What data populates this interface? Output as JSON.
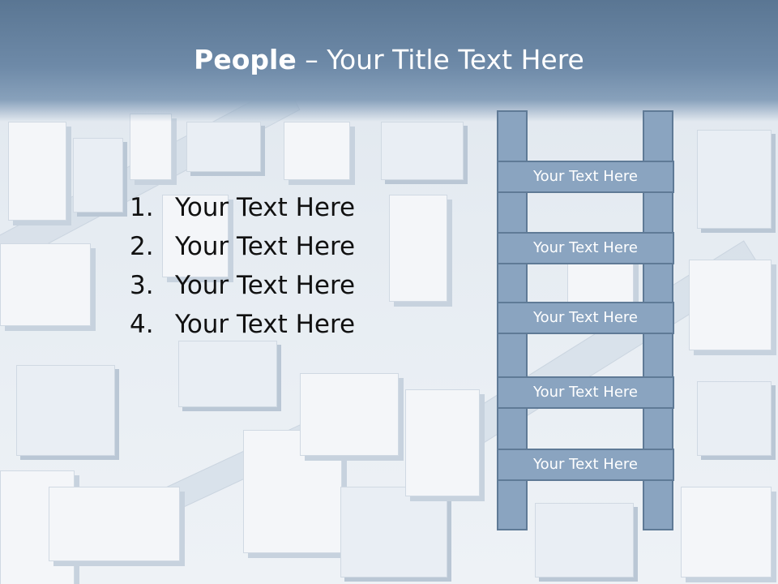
{
  "slide": {
    "title_bold": "People",
    "title_rest": " – Your Title Text Here"
  },
  "list": [
    {
      "num": "1.",
      "text": "Your Text Here"
    },
    {
      "num": "2.",
      "text": "Your Text Here"
    },
    {
      "num": "3.",
      "text": "Your Text Here"
    },
    {
      "num": "4.",
      "text": "Your Text Here"
    }
  ],
  "ladder": {
    "rungs": [
      {
        "label": "Your Text Here"
      },
      {
        "label": "Your Text Here"
      },
      {
        "label": "Your Text Here"
      },
      {
        "label": "Your Text Here"
      },
      {
        "label": "Your Text Here"
      }
    ]
  },
  "colors": {
    "header": "#6e8aa8",
    "ladder_fill": "#8aa4c0",
    "ladder_border": "#5f7a96"
  }
}
